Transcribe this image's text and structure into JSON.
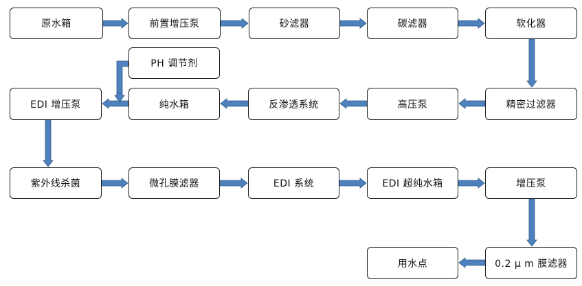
{
  "diagram": {
    "arrow_color": "#4f81bd",
    "arrow_edge_color": "#2e5a8a",
    "nodes": {
      "raw_water_tank": "原水箱",
      "booster_pump_front": "前置增压泵",
      "sand_filter": "砂滤器",
      "carbon_filter": "碳滤器",
      "softener": "软化器",
      "ph_adjuster": "PH 调节剂",
      "edi_booster_pump": "EDI 增压泵",
      "pure_water_tank": "纯水箱",
      "reverse_osmosis": "反渗透系统",
      "high_pressure_pump": "高压泵",
      "precision_filter": "精密过滤器",
      "uv_sterilizer": "紫外线杀菌",
      "microporous_filter": "微孔膜滤器",
      "edi_system": "EDI 系统",
      "edi_ultrapure_tank": "EDI 超纯水箱",
      "booster_pump": "增压泵",
      "membrane_filter": "0.2 μ m 膜滤器",
      "point_of_use": "用水点"
    }
  }
}
